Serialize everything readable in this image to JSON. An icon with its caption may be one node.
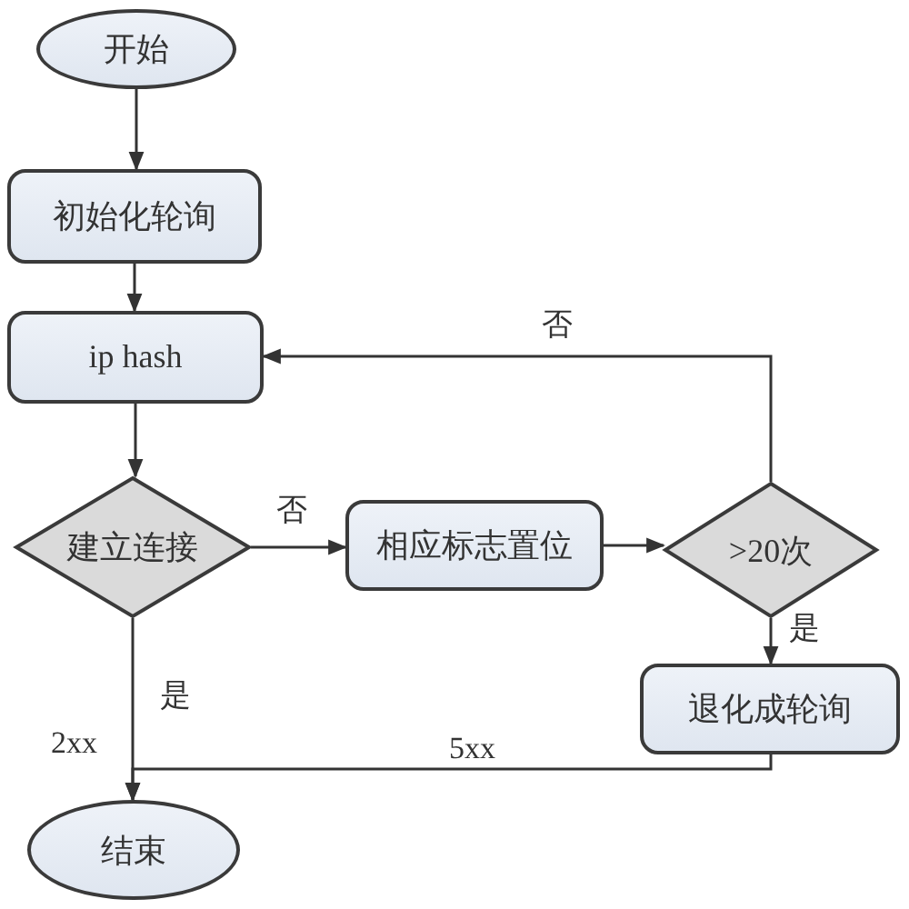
{
  "diagram": {
    "nodes": [
      {
        "text": [
          "开始"
        ]
      },
      {
        "text": [
          "初始化轮询"
        ]
      },
      {
        "text": [
          "ip hash"
        ]
      },
      {
        "text": [
          "建立连接"
        ]
      },
      {
        "text": [
          "相应标志置位"
        ]
      },
      {
        "text": [
          ">20次"
        ]
      },
      {
        "text": [
          "退化成轮询"
        ]
      },
      {
        "text": [
          "结束"
        ]
      }
    ],
    "edges": [
      {
        "from": 0,
        "to": 1,
        "arrow": "to"
      },
      {
        "from": 1,
        "to": 2,
        "arrow": "to"
      },
      {
        "from": 2,
        "to": 3,
        "arrow": "to"
      },
      {
        "from": 3,
        "to": 4,
        "arrow": "to",
        "label": "否"
      },
      {
        "from": 4,
        "to": 5,
        "arrow": "to"
      },
      {
        "from": 5,
        "to": 2,
        "arrow": "to",
        "label": "否"
      },
      {
        "from": 5,
        "to": 6,
        "arrow": "to",
        "label": "是"
      },
      {
        "from": 3,
        "to": 7,
        "arrow": "to",
        "label": "是"
      },
      {
        "from": 6,
        "to": 7,
        "arrow": "to",
        "label": "5xx"
      }
    ],
    "labels": [
      "2xx"
    ]
  }
}
